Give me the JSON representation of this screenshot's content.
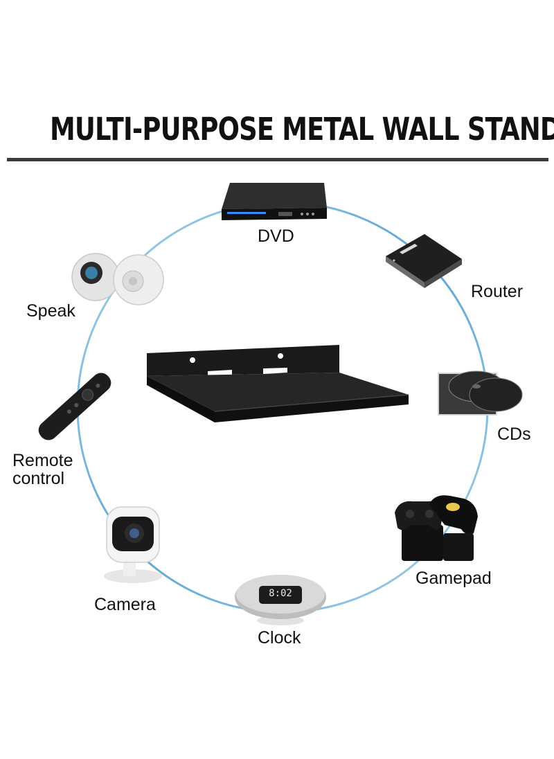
{
  "title": "MULTI-PURPOSE METAL WALL STAND",
  "colors": {
    "ring": "#6aaed6",
    "rule": "#3a3a3a",
    "text": "#111111",
    "shelf": "#141414"
  },
  "items": {
    "dvd": {
      "label": "DVD",
      "icon": "dvd-player-icon"
    },
    "router": {
      "label": "Router",
      "icon": "router-box-icon"
    },
    "cds": {
      "label": "CDs",
      "icon": "cd-discs-icon"
    },
    "gamepad": {
      "label": "Gamepad",
      "icon": "gamepad-dock-icon"
    },
    "clock": {
      "label": "Clock",
      "icon": "clock-speaker-icon",
      "display": "8:02"
    },
    "camera": {
      "label": "Camera",
      "icon": "security-camera-icon"
    },
    "remote": {
      "line1": "Remote",
      "line2": "control",
      "icon": "remote-control-icon"
    },
    "speak": {
      "label": "Speak",
      "icon": "speaker-icon"
    }
  }
}
